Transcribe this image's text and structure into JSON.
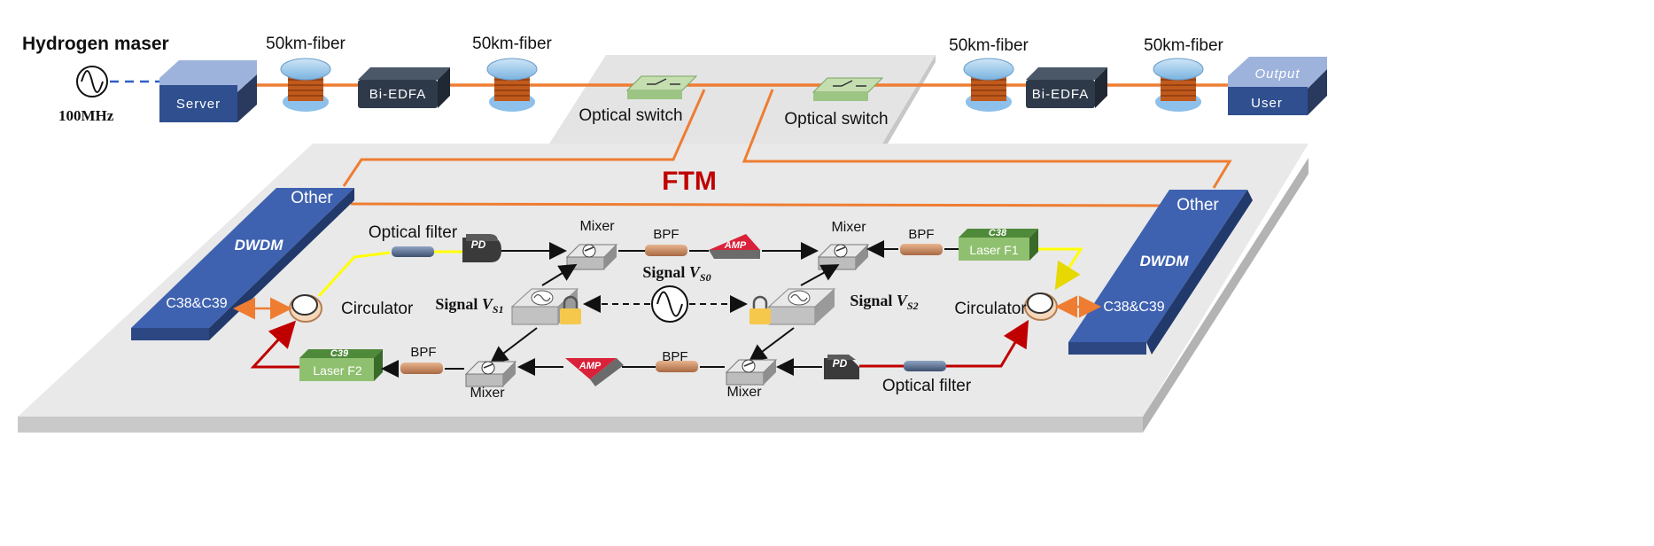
{
  "top_chain": {
    "source": "Hydrogen maser",
    "frequency": "100MHz",
    "server": "Server",
    "fiber1": "50km-fiber",
    "edfa1": "Bi-EDFA",
    "fiber2": "50km-fiber",
    "switch1": "Optical switch",
    "switch2": "Optical switch",
    "fiber3": "50km-fiber",
    "edfa2": "Bi-EDFA",
    "fiber4": "50km-fiber",
    "output_top": "Output",
    "output_bottom": "User"
  },
  "ftm": {
    "title": "FTM",
    "left_dwdm": {
      "other": "Other",
      "name": "DWDM",
      "channels": "C38&C39"
    },
    "right_dwdm": {
      "other": "Other",
      "name": "DWDM",
      "channels": "C38&C39"
    },
    "circulator_left": "Circulator",
    "circulator_right": "Circulator",
    "optical_filter_top": "Optical filter",
    "optical_filter_bottom": "Optical filter",
    "pd_top": "PD",
    "pd_bottom": "PD",
    "mixer_tl": "Mixer",
    "mixer_tr": "Mixer",
    "mixer_bl": "Mixer",
    "mixer_br": "Mixer",
    "bpf_top_mid": "BPF",
    "bpf_top_right": "BPF",
    "bpf_bottom_mid": "BPF",
    "bpf_bottom_left": "BPF",
    "amp_top": "AMP",
    "amp_bottom": "AMP",
    "laser_f1": {
      "channel": "C38",
      "name": "Laser F1"
    },
    "laser_f2": {
      "channel": "C39",
      "name": "Laser F2"
    },
    "signal_s0": {
      "prefix": "Signal ",
      "var": "V",
      "sub": "S0"
    },
    "signal_s1": {
      "prefix": "Signal ",
      "var": "V",
      "sub": "S1"
    },
    "signal_s2": {
      "prefix": "Signal ",
      "var": "V",
      "sub": "S2"
    }
  },
  "colors": {
    "fiber_orange": "#ee7d32",
    "dwdm_blue": "#3f62b0",
    "dark_box": "#2e3a4a",
    "laser_green": "#5f9a45",
    "ftm_red": "#c00000",
    "yellow_path": "#ffff00",
    "red_path": "#c00000",
    "coax_blue": "#2f5ec4"
  }
}
